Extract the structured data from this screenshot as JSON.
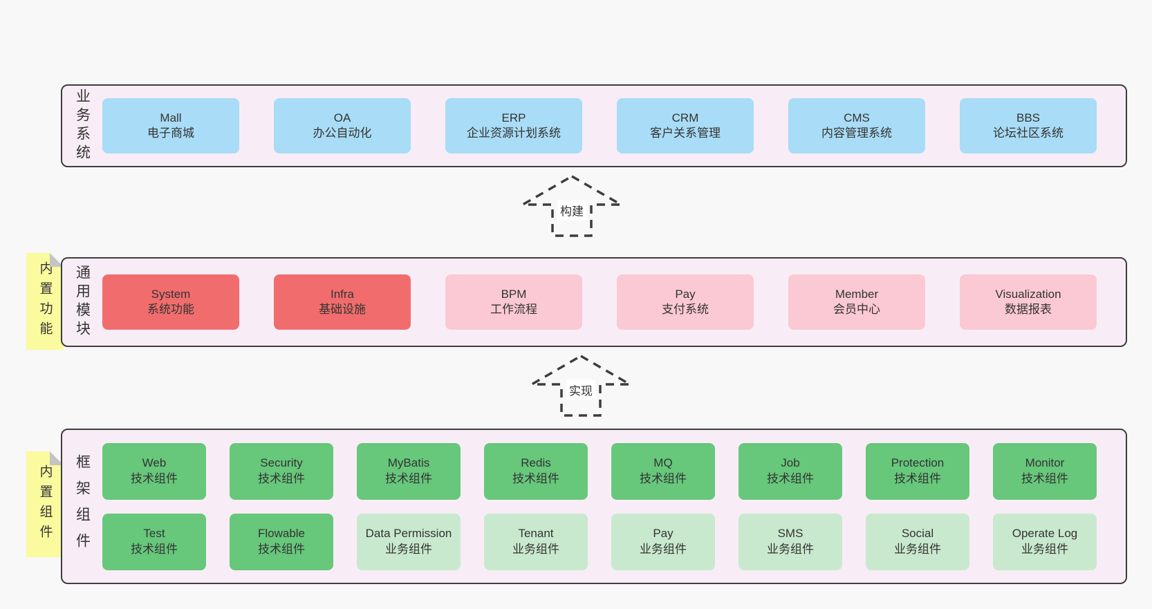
{
  "colors": {
    "page_bg": "#f8f8f8",
    "panel_bg": "#f8edf6",
    "panel_border": "#3d3d3d",
    "text": "#333333",
    "blue_box": "#a9dcf6",
    "red_box": "#f16d6d",
    "pink_box": "#fbc9d3",
    "green_box": "#67c77b",
    "green_light_box": "#c9e9ce",
    "note_bg": "#fafa9e",
    "note_fold": "#c5c5c5"
  },
  "business_panel": {
    "side_label": "业务系统",
    "boxes": [
      {
        "title": "Mall",
        "subtitle": "电子商城",
        "variant": "blue"
      },
      {
        "title": "OA",
        "subtitle": "办公自动化",
        "variant": "blue"
      },
      {
        "title": "ERP",
        "subtitle": "企业资源计划系统",
        "variant": "blue"
      },
      {
        "title": "CRM",
        "subtitle": "客户关系管理",
        "variant": "blue"
      },
      {
        "title": "CMS",
        "subtitle": "内容管理系统",
        "variant": "blue"
      },
      {
        "title": "BBS",
        "subtitle": "论坛社区系统",
        "variant": "blue"
      }
    ]
  },
  "build_arrow": {
    "label": "构建"
  },
  "modules_panel": {
    "note": "内置功能",
    "side_label": "通用模块",
    "boxes": [
      {
        "title": "System",
        "subtitle": "系统功能",
        "variant": "red"
      },
      {
        "title": "Infra",
        "subtitle": "基础设施",
        "variant": "red"
      },
      {
        "title": "BPM",
        "subtitle": "工作流程",
        "variant": "pink"
      },
      {
        "title": "Pay",
        "subtitle": "支付系统",
        "variant": "pink"
      },
      {
        "title": "Member",
        "subtitle": "会员中心",
        "variant": "pink"
      },
      {
        "title": "Visualization",
        "subtitle": "数据报表",
        "variant": "pink"
      }
    ]
  },
  "implement_arrow": {
    "label": "实现"
  },
  "framework_panel": {
    "note": "内置组件",
    "side_label": "框架组件",
    "row1": [
      {
        "title": "Web",
        "subtitle": "技术组件",
        "variant": "green"
      },
      {
        "title": "Security",
        "subtitle": "技术组件",
        "variant": "green"
      },
      {
        "title": "MyBatis",
        "subtitle": "技术组件",
        "variant": "green"
      },
      {
        "title": "Redis",
        "subtitle": "技术组件",
        "variant": "green"
      },
      {
        "title": "MQ",
        "subtitle": "技术组件",
        "variant": "green"
      },
      {
        "title": "Job",
        "subtitle": "技术组件",
        "variant": "green"
      },
      {
        "title": "Protection",
        "subtitle": "技术组件",
        "variant": "green"
      },
      {
        "title": "Monitor",
        "subtitle": "技术组件",
        "variant": "green"
      }
    ],
    "row2": [
      {
        "title": "Test",
        "subtitle": "技术组件",
        "variant": "green"
      },
      {
        "title": "Flowable",
        "subtitle": "技术组件",
        "variant": "green"
      },
      {
        "title": "Data Permission",
        "subtitle": "业务组件",
        "variant": "green-light"
      },
      {
        "title": "Tenant",
        "subtitle": "业务组件",
        "variant": "green-light"
      },
      {
        "title": "Pay",
        "subtitle": "业务组件",
        "variant": "green-light"
      },
      {
        "title": "SMS",
        "subtitle": "业务组件",
        "variant": "green-light"
      },
      {
        "title": "Social",
        "subtitle": "业务组件",
        "variant": "green-light"
      },
      {
        "title": "Operate Log",
        "subtitle": "业务组件",
        "variant": "green-light"
      }
    ]
  }
}
